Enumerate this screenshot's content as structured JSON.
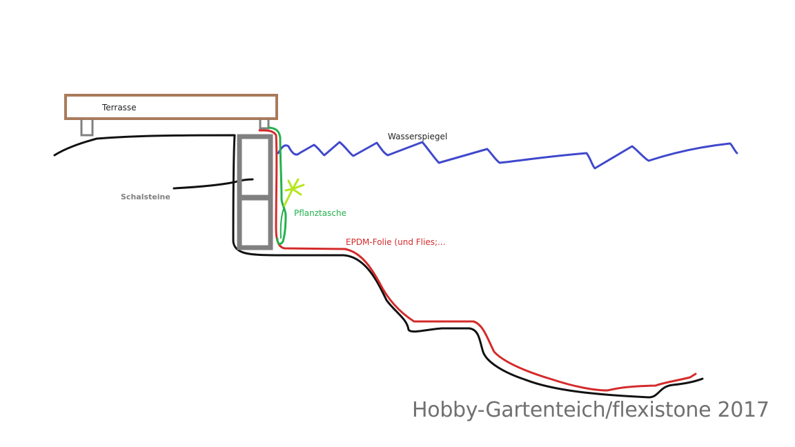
{
  "labels": {
    "terrace": "Terrasse",
    "water_level": "Wasserspiegel",
    "formwork_blocks": "Schalsteine",
    "plant_pocket": "Pflanztasche",
    "liner": "EPDM-Folie (und Flies;..."
  },
  "watermark": "Hobby-Gartenteich/flexistone 2017",
  "colors": {
    "terrace": "#a97a5c",
    "soil": "#111111",
    "blocks": "#808080",
    "water": "#3f48cc",
    "liner": "#d42a2a",
    "plant_pocket": "#22b14c",
    "plant": "#b5e61d"
  }
}
